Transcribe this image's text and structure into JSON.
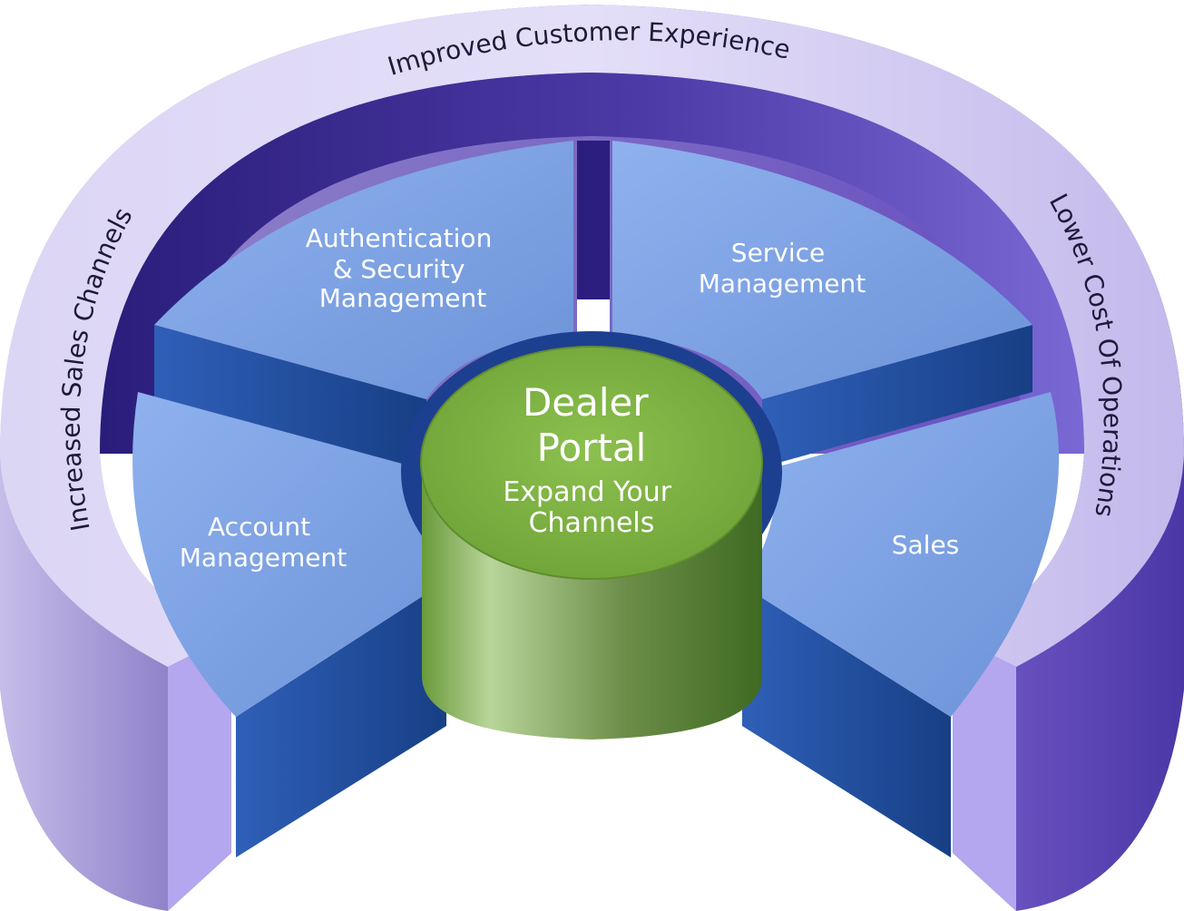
{
  "outer_ring": {
    "top": "Improved Customer Experience",
    "left": "Increased Sales Channels",
    "right": "Lower Cost Of Operations"
  },
  "segments": {
    "auth": [
      "Authentication",
      "& Security",
      "Management"
    ],
    "service": [
      "Service",
      "Management"
    ],
    "account": [
      "Account",
      "Management"
    ],
    "sales": [
      "Sales"
    ]
  },
  "hub": {
    "title": [
      "Dealer",
      "Portal"
    ],
    "subtitle": [
      "Expand Your",
      "Channels"
    ]
  },
  "colors": {
    "ring_light": "#cfc7f0",
    "ring_dark": "#4a3a9e",
    "segment_top": "#86a9e8",
    "segment_side": "#2b56a8",
    "hub_top": "#7fb143",
    "hub_side": "#5e8a30"
  }
}
